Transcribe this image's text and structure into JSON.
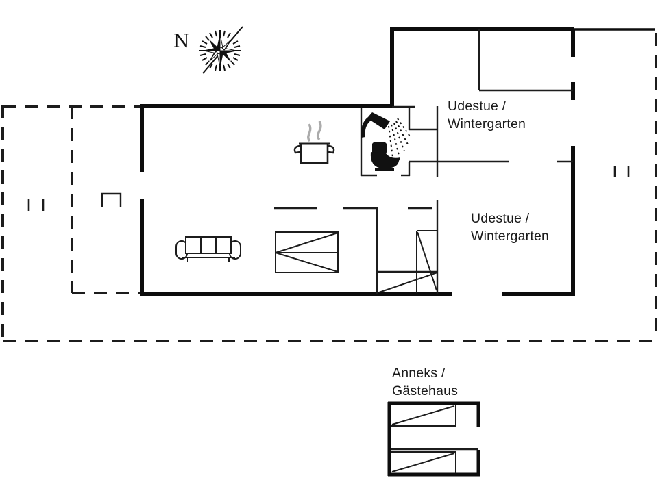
{
  "title": "Holiday house floor plan",
  "labels": {
    "compass_north": "N",
    "udestue_top_line1": "Udestue /",
    "udestue_top_line2": "Wintergarten",
    "udestue_right_line1": "Udestue /",
    "udestue_right_line2": "Wintergarten",
    "anneks_line1": "Anneks /",
    "anneks_line2": "Gästehaus"
  },
  "icons": {
    "compass": "compass-rose-icon",
    "shower": "shower-icon",
    "toilet": "toilet-icon",
    "stove": "cooking-pot-icon",
    "sofa": "sofa-icon",
    "double_bed": "double-bed-icon",
    "single_bed": "single-bed-icon",
    "annex_bed_top": "bed-icon",
    "annex_bed_bottom": "bed-icon",
    "door": "door-opening-icon"
  },
  "colors": {
    "walls": "#0d0d0d",
    "interior_walls": "#1c1c1c",
    "dashed_boundary": "#1c1c1c",
    "text": "#1a1a1a",
    "steam": "#ababab",
    "background": "#ffffff"
  }
}
